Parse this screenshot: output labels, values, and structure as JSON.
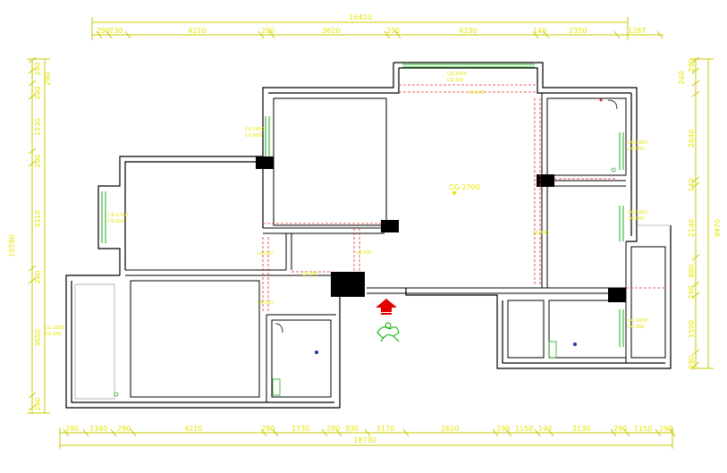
{
  "colors": {
    "wall": "#000000",
    "dimension": "#c8c800",
    "dimension_text": "#e6e600",
    "window": "#1faa1f",
    "dashed": "#e03030",
    "entry_arrow": "#e00000",
    "entry_icon": "#00aa00"
  },
  "dimensions": {
    "top_total": "16410",
    "top_segments": [
      "290",
      "730",
      "4210",
      "290",
      "3620",
      "290",
      "4230",
      "140",
      "2350",
      "1287"
    ],
    "bottom_total": "18730",
    "bottom_segments": [
      "290",
      "1340",
      "290",
      "4210",
      "290",
      "1730",
      "290",
      "930",
      "1170",
      "2620",
      "290",
      "1150",
      "140",
      "2130",
      "290",
      "1150",
      "290"
    ],
    "left_total": "10590",
    "left_segments": [
      "290",
      "290",
      "290",
      "1530",
      "290",
      "3310",
      "290",
      "3650",
      "290"
    ],
    "right_total": "9470",
    "right_segments": [
      "240",
      "290",
      "2640",
      "140",
      "2140",
      "880",
      "290",
      "1500",
      "290"
    ]
  },
  "room_labels": {
    "ceiling_main": "CG:2700",
    "beam_kitchen_top": "LB:300",
    "beam_mid": "LB:300",
    "beam_left_a": "LB:300",
    "beam_left_b": "LB:300",
    "beam_center": "LB:300",
    "beam_right": "LB:300"
  },
  "window_labels": {
    "living_top": [
      "CG:1600",
      "CG:300"
    ],
    "bedroom_mid": [
      "CG:1600",
      "CG:900"
    ],
    "bedroom_left": [
      "CG:2700",
      "CG:600"
    ],
    "room_right_top": [
      "CG:1600",
      "CG:900"
    ],
    "room_right_mid": [
      "CG:1600",
      "CG:900"
    ],
    "room_right_bottom": [
      "CG:1600",
      "CG:900"
    ],
    "room_bottom_left": [
      "CG:2300",
      "CG:300"
    ]
  }
}
